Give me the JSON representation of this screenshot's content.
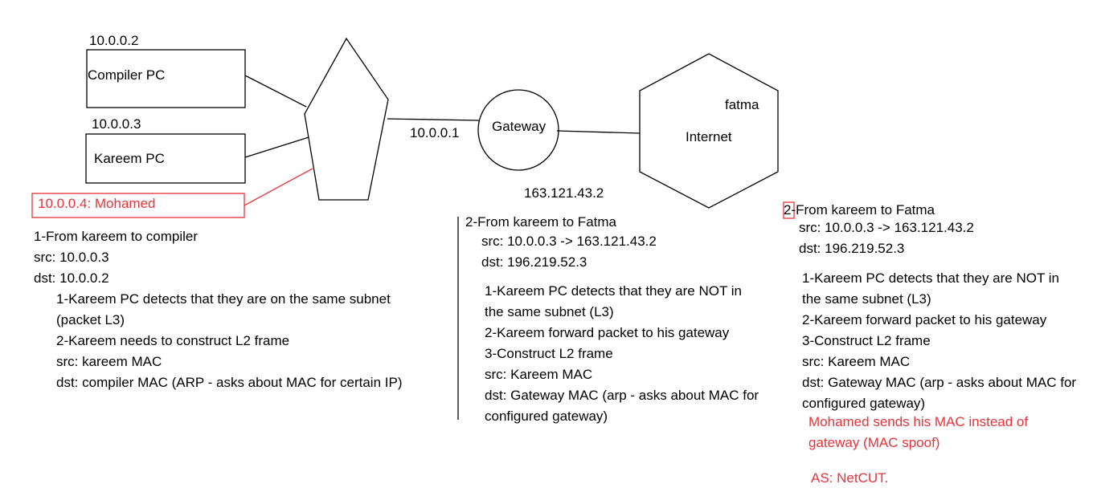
{
  "colors": {
    "ink": "#000000",
    "accent": "#e8333a",
    "background": "#ffffff"
  },
  "nodes": {
    "compiler_pc": {
      "ip": "10.0.0.2",
      "label": "Compiler PC"
    },
    "kareem_pc": {
      "ip": "10.0.0.3",
      "label": "Kareem PC"
    },
    "mohamed": {
      "label": "10.0.0.4: Mohamed"
    },
    "switch": {
      "label": ""
    },
    "gateway": {
      "label": "Gateway",
      "lan_ip": "10.0.0.1",
      "wan_ip": "163.121.43.2"
    },
    "internet": {
      "label": "Internet",
      "host": "fatma"
    }
  },
  "notes": {
    "scenario1": {
      "title": "1-From kareem to compiler",
      "src": "src: 10.0.0.3",
      "dst": "dst: 10.0.0.2",
      "steps": [
        "1-Kareem PC detects that they are on the same subnet",
        "(packet L3)",
        "2-Kareem needs to construct L2 frame",
        "src: kareem MAC",
        "dst: compiler MAC (ARP - asks about MAC for certain IP)"
      ]
    },
    "scenario2": {
      "title": "2-From kareem to Fatma",
      "src": "src: 10.0.0.3 -> 163.121.43.2",
      "dst": "dst: 196.219.52.3",
      "steps": [
        "1-Kareem PC detects that they are NOT in",
        "the same subnet (L3)",
        "2-Kareem forward packet to his gateway",
        "3-Construct L2 frame",
        "src: Kareem MAC",
        "dst: Gateway MAC (arp - asks about MAC for",
        "configured gateway)"
      ]
    },
    "scenario3": {
      "number": "2",
      "title_rest": "-From kareem to Fatma",
      "src": "src: 10.0.0.3 -> 163.121.43.2",
      "dst": "dst: 196.219.52.3",
      "steps": [
        "1-Kareem PC detects that they are NOT in",
        "the same subnet (L3)",
        "2-Kareem forward packet to his gateway",
        "3-Construct L2 frame",
        "src: Kareem MAC",
        "dst: Gateway MAC (arp - asks about MAC for",
        "configured gateway)"
      ],
      "attack": [
        "Mohamed sends his MAC instead of",
        "gateway (MAC spoof)"
      ],
      "tool": "AS: NetCUT."
    }
  }
}
